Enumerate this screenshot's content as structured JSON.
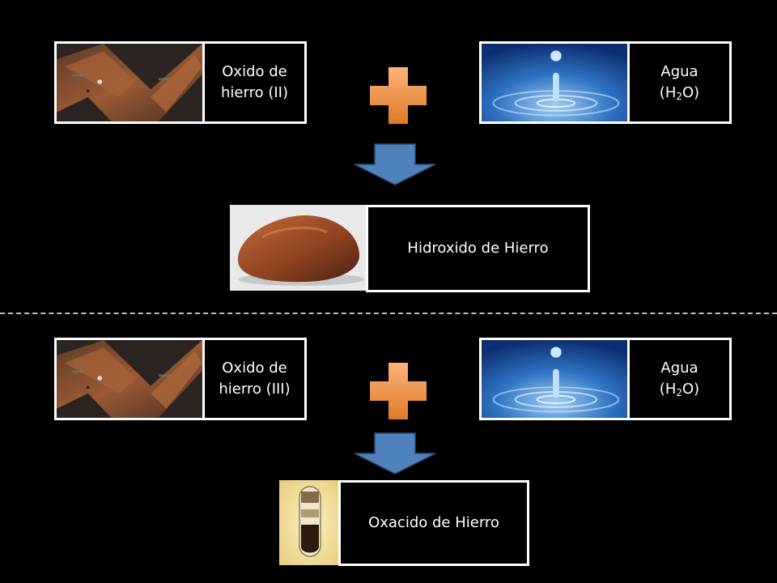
{
  "reaction_1": {
    "reactant_1": {
      "label": "Oxido de\nhierro (II)",
      "image": "rusty-iron-photo"
    },
    "operator": "plus-icon",
    "reactant_2": {
      "label_prefix": "Agua\n(H",
      "label_sub": "2",
      "label_suffix": "O)",
      "image": "water-drop-photo"
    },
    "arrow": "down-arrow-icon",
    "product": {
      "label": "Hidroxido de Hierro",
      "image": "iron-rock-photo"
    }
  },
  "reaction_2": {
    "reactant_1": {
      "label": "Oxido de\nhierro (III)",
      "image": "rusty-iron-photo"
    },
    "operator": "plus-icon",
    "reactant_2": {
      "label_prefix": "Agua\n(H",
      "label_sub": "2",
      "label_suffix": "O)",
      "image": "water-drop-photo"
    },
    "arrow": "down-arrow-icon",
    "product": {
      "label": "Oxacido de Hierro",
      "image": "test-tube-photo"
    }
  },
  "colors": {
    "background": "#000000",
    "border": "#ffffff",
    "plus": "#f79646",
    "arrow": "#4f81bd",
    "divider": "#bfbfbf"
  }
}
